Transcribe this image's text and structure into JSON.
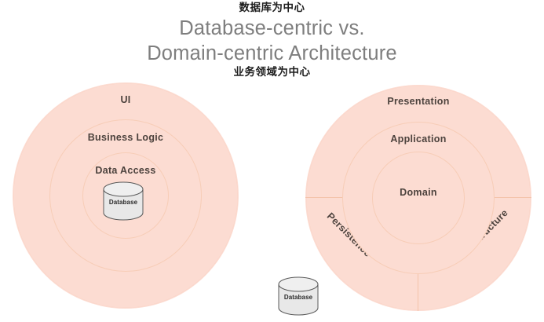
{
  "title": {
    "line1": "Database-centric vs.",
    "line2": "Domain-centric Architecture",
    "annotation_top": "数据库为中心",
    "annotation_bottom": "业务领域为中心"
  },
  "colors": {
    "ring_fill": "#fcdcd2",
    "ring_stroke": "#f7cdb7",
    "divider": "#f4c3ab",
    "label_text": "#4c423d",
    "title_text": "#7e7e7e",
    "annotation_text": "#1d1d1d",
    "cylinder_fill": "#e8e8e8",
    "cylinder_stroke": "#5a5a5a",
    "page_background": "#ffffff"
  },
  "left_diagram": {
    "name": "Database-centric architecture",
    "rings": [
      {
        "label": "UI",
        "order": 1
      },
      {
        "label": "Business Logic",
        "order": 2
      },
      {
        "label": "Data Access",
        "order": 3
      }
    ],
    "center_element": {
      "type": "database-cylinder",
      "label": "Database"
    }
  },
  "right_diagram": {
    "name": "Domain-centric architecture",
    "rings": [
      {
        "label": "Presentation",
        "order": 1
      },
      {
        "label": "Application",
        "order": 2
      },
      {
        "label": "Domain",
        "order": 3
      }
    ],
    "outer_sectors": [
      {
        "label": "Persistence",
        "position": "bottom-left",
        "rotation_deg": 45
      },
      {
        "label": "Infrastructure",
        "position": "bottom-right",
        "rotation_deg": -45
      }
    ],
    "external_element": {
      "type": "database-cylinder",
      "label": "Database",
      "position": "below-left-of-circle"
    }
  }
}
